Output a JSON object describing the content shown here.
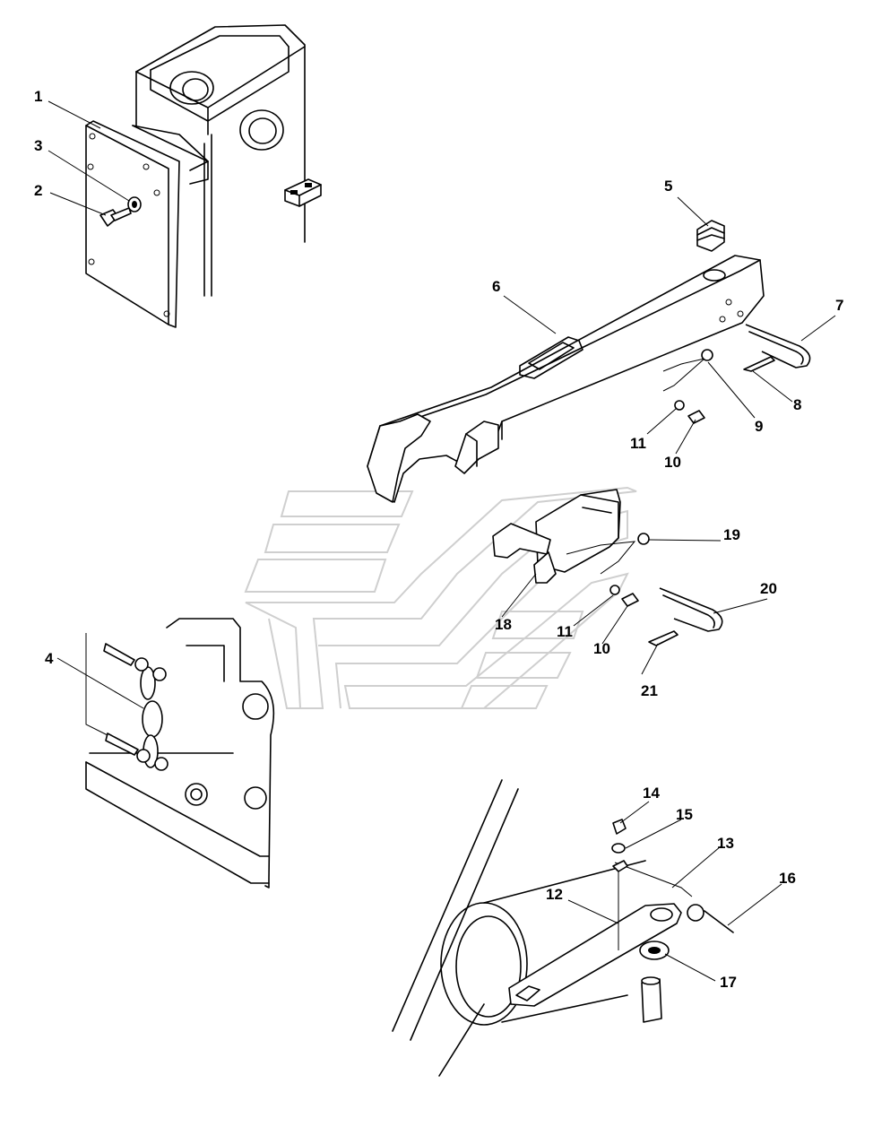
{
  "callouts": [
    {
      "id": "c1",
      "label": "1"
    },
    {
      "id": "c2",
      "label": "2"
    },
    {
      "id": "c3",
      "label": "3"
    },
    {
      "id": "c4",
      "label": "4"
    },
    {
      "id": "c5",
      "label": "5"
    },
    {
      "id": "c6",
      "label": "6"
    },
    {
      "id": "c7",
      "label": "7"
    },
    {
      "id": "c8",
      "label": "8"
    },
    {
      "id": "c9",
      "label": "9"
    },
    {
      "id": "c10a",
      "label": "10"
    },
    {
      "id": "c10b",
      "label": "10"
    },
    {
      "id": "c11a",
      "label": "11"
    },
    {
      "id": "c11b",
      "label": "11"
    },
    {
      "id": "c12",
      "label": "12"
    },
    {
      "id": "c13",
      "label": "13"
    },
    {
      "id": "c14",
      "label": "14"
    },
    {
      "id": "c15",
      "label": "15"
    },
    {
      "id": "c16",
      "label": "16"
    },
    {
      "id": "c17",
      "label": "17"
    },
    {
      "id": "c18",
      "label": "18"
    },
    {
      "id": "c19",
      "label": "19"
    },
    {
      "id": "c20",
      "label": "20"
    },
    {
      "id": "c21",
      "label": "21"
    }
  ]
}
